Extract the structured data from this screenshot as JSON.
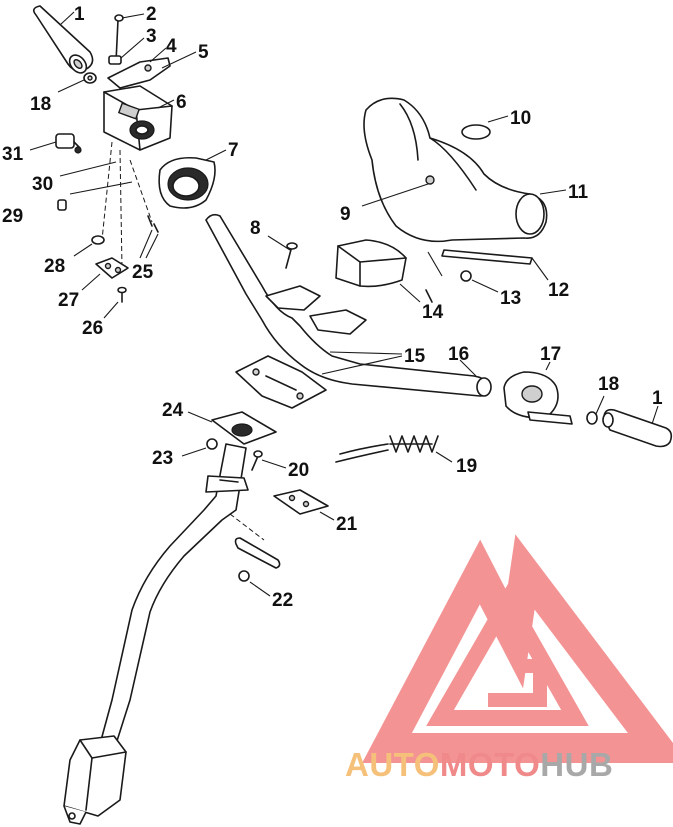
{
  "diagram": {
    "callouts": [
      {
        "id": "c1a",
        "label": "1"
      },
      {
        "id": "c2",
        "label": "2"
      },
      {
        "id": "c3",
        "label": "3"
      },
      {
        "id": "c4",
        "label": "4"
      },
      {
        "id": "c5",
        "label": "5"
      },
      {
        "id": "c18a",
        "label": "18"
      },
      {
        "id": "c6",
        "label": "6"
      },
      {
        "id": "c31",
        "label": "31"
      },
      {
        "id": "c7",
        "label": "7"
      },
      {
        "id": "c30",
        "label": "30"
      },
      {
        "id": "c29",
        "label": "29"
      },
      {
        "id": "c28",
        "label": "28"
      },
      {
        "id": "c25",
        "label": "25"
      },
      {
        "id": "c27",
        "label": "27"
      },
      {
        "id": "c26",
        "label": "26"
      },
      {
        "id": "c10",
        "label": "10"
      },
      {
        "id": "c9",
        "label": "9"
      },
      {
        "id": "c11",
        "label": "11"
      },
      {
        "id": "c8",
        "label": "8"
      },
      {
        "id": "c12",
        "label": "12"
      },
      {
        "id": "c13",
        "label": "13"
      },
      {
        "id": "c14",
        "label": "14"
      },
      {
        "id": "c15",
        "label": "15"
      },
      {
        "id": "c16",
        "label": "16"
      },
      {
        "id": "c17",
        "label": "17"
      },
      {
        "id": "c18b",
        "label": "18"
      },
      {
        "id": "c1b",
        "label": "1"
      },
      {
        "id": "c24",
        "label": "24"
      },
      {
        "id": "c23",
        "label": "23"
      },
      {
        "id": "c20",
        "label": "20"
      },
      {
        "id": "c19",
        "label": "19"
      },
      {
        "id": "c21",
        "label": "21"
      },
      {
        "id": "c22",
        "label": "22"
      }
    ]
  },
  "watermark": {
    "word_part1": "AUTO",
    "word_part2": "MOTO",
    "word_part3": "HUB",
    "color_part1": "#f5c07a",
    "color_part2": "#f08a8a",
    "color_part3": "#a8a8a8",
    "logo_color": "#f06a6a"
  }
}
